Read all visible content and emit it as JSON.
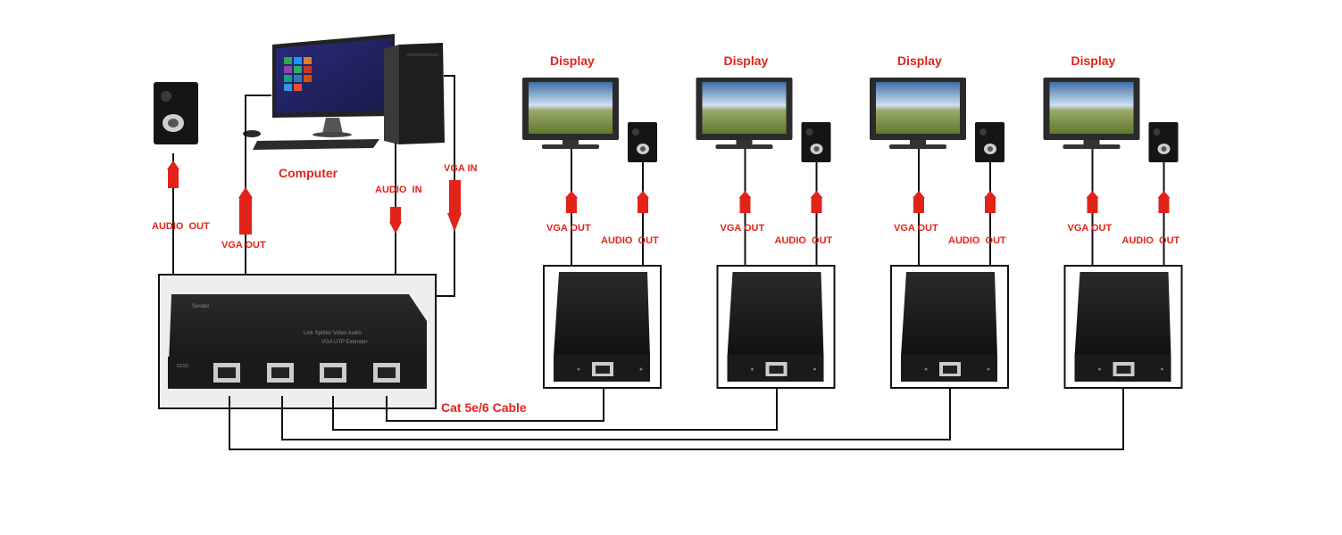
{
  "colors": {
    "label": "#e2231a",
    "arrow": "#e2231a",
    "wire": "#111111",
    "device_body": "#1c1c1c",
    "box_bg": "#eeeeee"
  },
  "source": {
    "speaker": {
      "icon": "speaker-icon"
    },
    "computer": {
      "label": "Computer",
      "icon": "desktop-computer-icon"
    },
    "ports": [
      {
        "label": "AUDIO  OUT",
        "direction": "up"
      },
      {
        "label": "VGA OUT",
        "direction": "up"
      },
      {
        "label": "AUDIO  IN",
        "direction": "down"
      },
      {
        "label": "VGA IN",
        "direction": "down"
      }
    ],
    "sender": {
      "icon": "vga-utp-sender-icon",
      "rj45_ports": 4
    }
  },
  "cable_label": "Cat 5e/6 Cable",
  "receivers": [
    {
      "display_label": "Display",
      "vga_label": "VGA OUT",
      "audio_label": "AUDIO  OUT"
    },
    {
      "display_label": "Display",
      "vga_label": "VGA OUT",
      "audio_label": "AUDIO  OUT"
    },
    {
      "display_label": "Display",
      "vga_label": "VGA OUT",
      "audio_label": "AUDIO  OUT"
    },
    {
      "display_label": "Display",
      "vga_label": "VGA OUT",
      "audio_label": "AUDIO  OUT"
    }
  ]
}
